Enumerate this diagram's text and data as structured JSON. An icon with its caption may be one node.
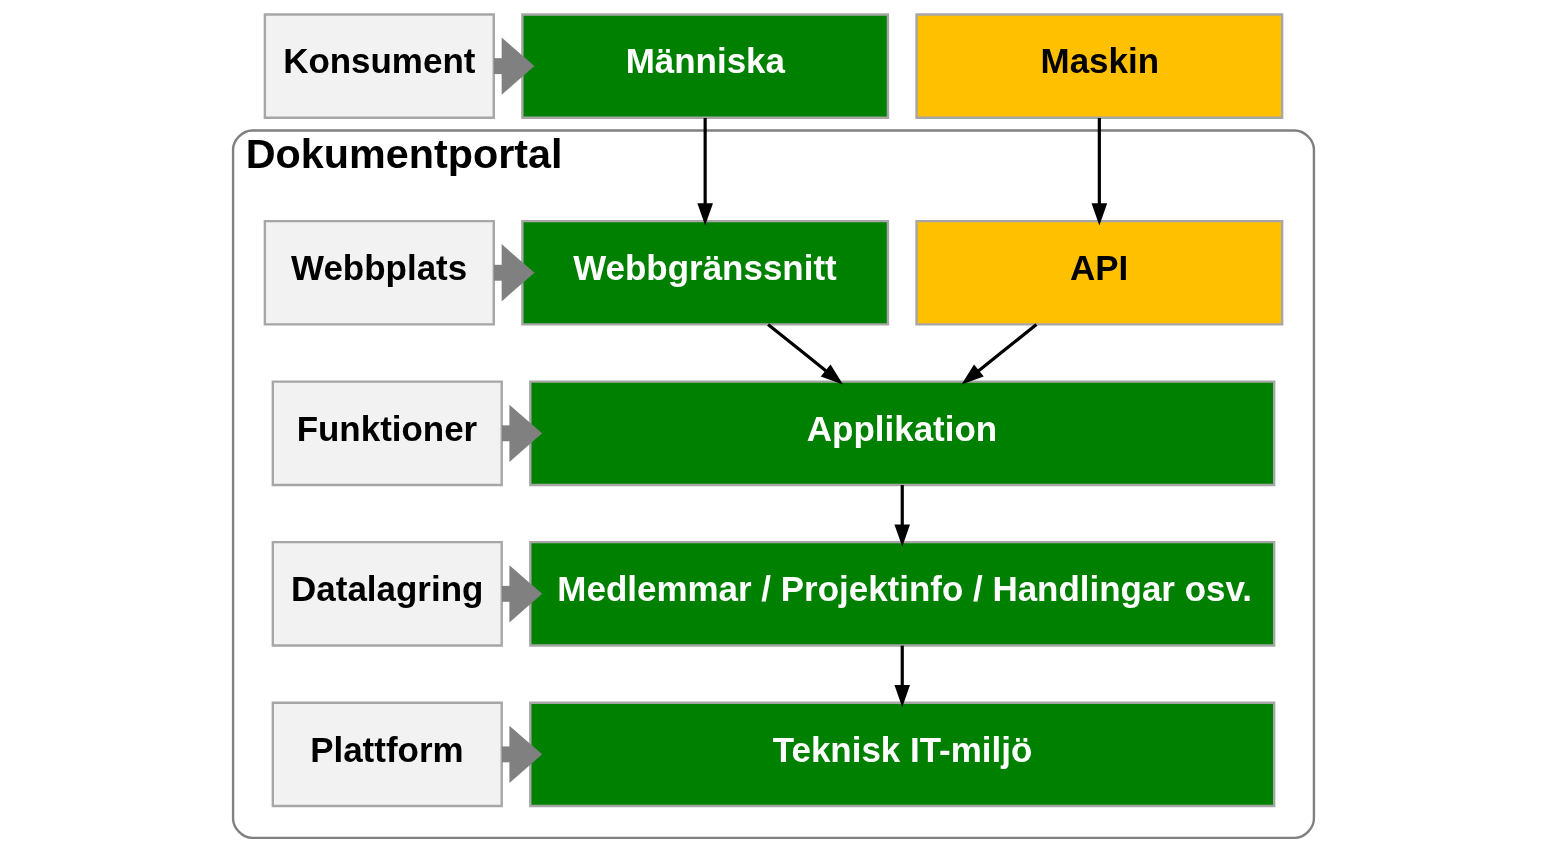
{
  "diagram": {
    "nodes": [
      {
        "text": [
          "Konsument"
        ]
      },
      {
        "text": [
          "Människa"
        ]
      },
      {
        "text": [
          "Maskin"
        ]
      },
      {
        "text": [
          "Dokumentportal"
        ]
      },
      {
        "text": [
          "Webbplats"
        ],
        "in": 3
      },
      {
        "text": [
          "Webbgränssnitt"
        ],
        "in": 3
      },
      {
        "text": [
          "API"
        ],
        "in": 3
      },
      {
        "text": [
          "Funktioner"
        ],
        "in": 3
      },
      {
        "text": [
          "Applikation"
        ],
        "in": 3
      },
      {
        "text": [
          "Datalagring"
        ],
        "in": 3
      },
      {
        "text": [
          "Medlemmar / Projektinfo / Handlingar osv."
        ],
        "in": 3
      },
      {
        "text": [
          "Plattform"
        ],
        "in": 3
      },
      {
        "text": [
          "Teknisk IT-miljö"
        ],
        "in": 3
      }
    ],
    "edges": [
      {
        "from": 0,
        "to": 1,
        "arrow": "to",
        "style": "thick",
        "color": "#808080"
      },
      {
        "from": 1,
        "to": 5,
        "arrow": "to"
      },
      {
        "from": 2,
        "to": 6,
        "arrow": "to"
      },
      {
        "from": 4,
        "to": 5,
        "arrow": "to",
        "style": "thick",
        "color": "#808080"
      },
      {
        "from": 5,
        "to": 8,
        "arrow": "to"
      },
      {
        "from": 6,
        "to": 8,
        "arrow": "to"
      },
      {
        "from": 7,
        "to": 8,
        "arrow": "to",
        "style": "thick",
        "color": "#808080"
      },
      {
        "from": 8,
        "to": 10,
        "arrow": "to"
      },
      {
        "from": 9,
        "to": 10,
        "arrow": "to",
        "style": "thick",
        "color": "#808080"
      },
      {
        "from": 10,
        "to": 12,
        "arrow": "to"
      },
      {
        "from": 11,
        "to": 12,
        "arrow": "to",
        "style": "thick",
        "color": "#808080"
      }
    ]
  }
}
